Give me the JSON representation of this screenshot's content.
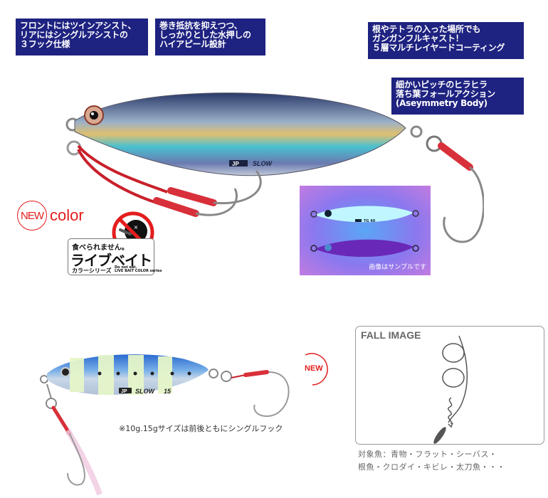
{
  "feature_boxes": [
    {
      "text": "フロントにはツインアシスト、\nリアにはシングルアシストの\n３フック仕様"
    },
    {
      "text": "巻き抵抗を抑えつつ、\nしっかりとした水押しの\nハイアピール設計"
    },
    {
      "text": "根やテトラの入った場所でも\nガンガンフルキャスト！\n５層マルチレイヤードコーティング"
    },
    {
      "text": "細かいピッチのヒラヒラ\n落ち葉フォールアクション\n(Aseymmetry Body)"
    }
  ],
  "new_color": {
    "new": "NEW",
    "color": "color"
  },
  "live_bait_badge": {
    "top": "食べられません。",
    "main": "ライブベイト",
    "sub": "カラーシリーズ",
    "english": "Do not eat.\nLIVE BAIT COLOR series"
  },
  "main_lure": {
    "brand": "JP",
    "model": "SLOW"
  },
  "uv_image": {
    "caption": "画像はサンプルです",
    "label": "TG 40"
  },
  "small_lure": {
    "brand": "JP",
    "model": "SLOW",
    "size": "15"
  },
  "new_badge": "NEW",
  "note": "※10g.15gサイズは前後ともにシングルフック",
  "fall_image": {
    "title": "FALL IMAGE"
  },
  "target_fish": "対象魚：青物・フラット・シーバス・\n根魚・クロダイ・キビレ・太刀魚・・・",
  "colors": {
    "box_bg": "#1e2280",
    "accent_red": "#e31d1d",
    "text_gray": "#666666"
  }
}
